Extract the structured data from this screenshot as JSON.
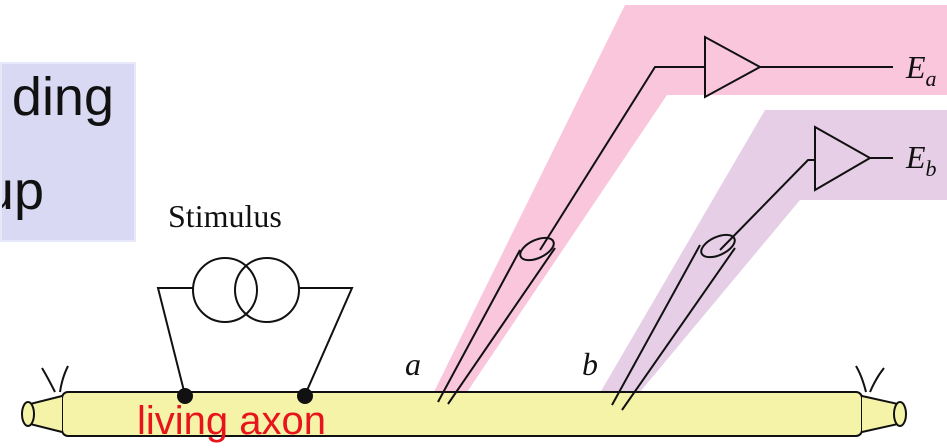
{
  "title": {
    "line1": "ding",
    "line2": "up"
  },
  "diagram": {
    "stimulus_label": "Stimulus",
    "axon_label": "living axon",
    "electrode_a_label": "a",
    "electrode_b_label": "b",
    "output_a_label": "E",
    "output_a_sub": "a",
    "output_b_label": "E",
    "output_b_sub": "b"
  },
  "colors": {
    "axon_fill": "#f4f3a8",
    "axon_label": "#e8141c",
    "highlight_a": "#f9c6dc",
    "highlight_b": "#e6cfe6",
    "title_box": "#d9d9f3"
  }
}
